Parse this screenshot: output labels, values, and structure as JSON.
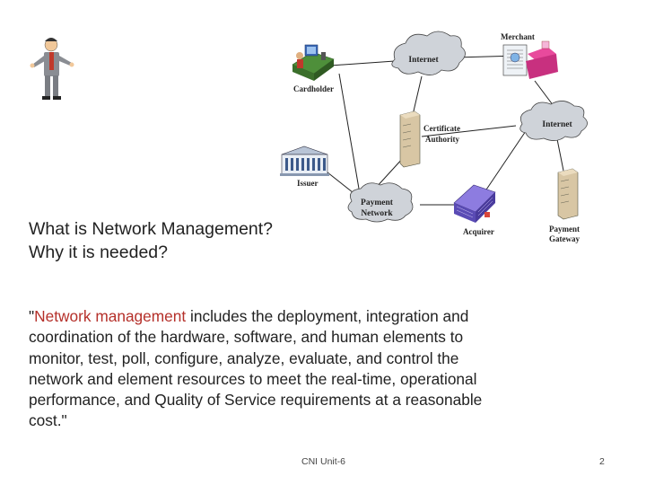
{
  "diagram": {
    "labels": {
      "merchant": "Merchant",
      "internet_top": "Internet",
      "cardholder": "Cardholder",
      "certificate_authority": [
        "Certificate",
        "Authority"
      ],
      "internet_right": "Internet",
      "issuer": "Issuer",
      "payment_network": [
        "Payment",
        "Network"
      ],
      "acquirer": "Acquirer",
      "payment_gateway": [
        "Payment",
        "Gateway"
      ]
    },
    "icons": [
      "presenter-icon",
      "cardholder-workstation-icon",
      "merchant-register-icon",
      "certificate-server-icon",
      "issuer-bank-icon",
      "acquirer-building-icon",
      "gateway-server-icon"
    ]
  },
  "heading": {
    "line1": "What is Network Management?",
    "line2": "Why it is needed?"
  },
  "definition": {
    "open_quote": "\"",
    "highlight": "Network management",
    "rest": " includes the deployment, integration and coordination of the hardware, software, and human elements to monitor, test, poll, configure, analyze, evaluate, and control the network and element resources to meet the real-time, operational performance, and Quality of Service requirements at a reasonable cost.\""
  },
  "footer": {
    "course": "CNI Unit-6",
    "page": "2"
  },
  "colors": {
    "highlight": "#b5302a",
    "text": "#222222"
  }
}
